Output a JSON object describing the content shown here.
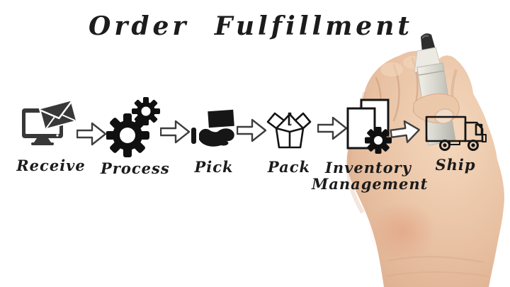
{
  "title": "Order Fulfillment",
  "steps": [
    {
      "label": "Receive",
      "icon": "monitor-email-icon"
    },
    {
      "label": "Process",
      "icon": "gears-icon"
    },
    {
      "label": "Pick",
      "icon": "hand-holding-box-icon"
    },
    {
      "label": "Pack",
      "icon": "open-box-icon"
    },
    {
      "label": "Inventory Management",
      "icon": "documents-gear-icon"
    },
    {
      "label": "Ship",
      "icon": "delivery-truck-icon"
    }
  ],
  "connector": {
    "icon": "block-arrow-right-icon",
    "count": 5
  },
  "photo_elements": {
    "hand": "fist-holding-marker",
    "marker": "whiteboard-marker"
  },
  "colors": {
    "background": "#ffffff",
    "ink": "#1c1c1c",
    "icon_fill": "#303030",
    "arrow_outline": "#3d3d3d",
    "skin": "#e9c2a4",
    "skin_shadow": "#caa182",
    "marker_body": "#dcdbd3",
    "marker_tip": "#2e2e2e"
  }
}
